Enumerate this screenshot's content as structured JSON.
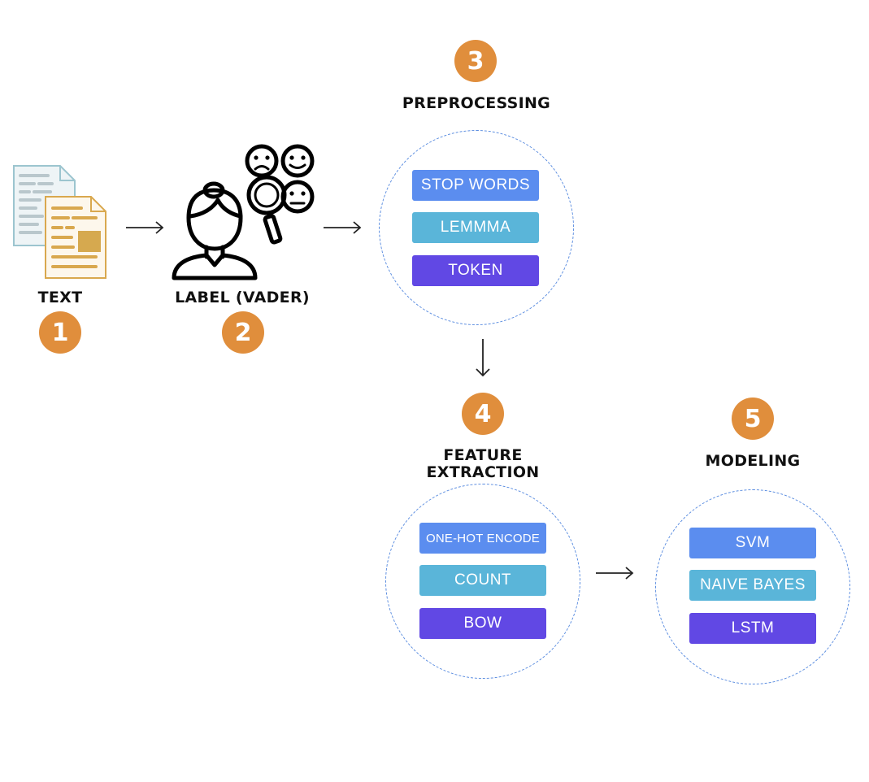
{
  "colors": {
    "badge": "#e08e3c",
    "circle_border": "#5b8de0",
    "pill_blue": "#5b8def",
    "pill_cyan": "#5ab5d9",
    "pill_purple": "#6148e4"
  },
  "icons": [
    "documents-icon",
    "person-with-emotions-magnifier-icon"
  ],
  "steps": [
    {
      "number": "1",
      "title": "TEXT"
    },
    {
      "number": "2",
      "title": "LABEL (VADER)"
    },
    {
      "number": "3",
      "title": "PREPROCESSING",
      "items": [
        "STOP WORDS",
        "LEMMMA",
        "TOKEN"
      ]
    },
    {
      "number": "4",
      "title_line1": "FEATURE",
      "title_line2": "EXTRACTION",
      "items": [
        "ONE-HOT ENCODE",
        "COUNT",
        "BOW"
      ]
    },
    {
      "number": "5",
      "title": "MODELING",
      "items": [
        "SVM",
        "NAIVE BAYES",
        "LSTM"
      ]
    }
  ]
}
